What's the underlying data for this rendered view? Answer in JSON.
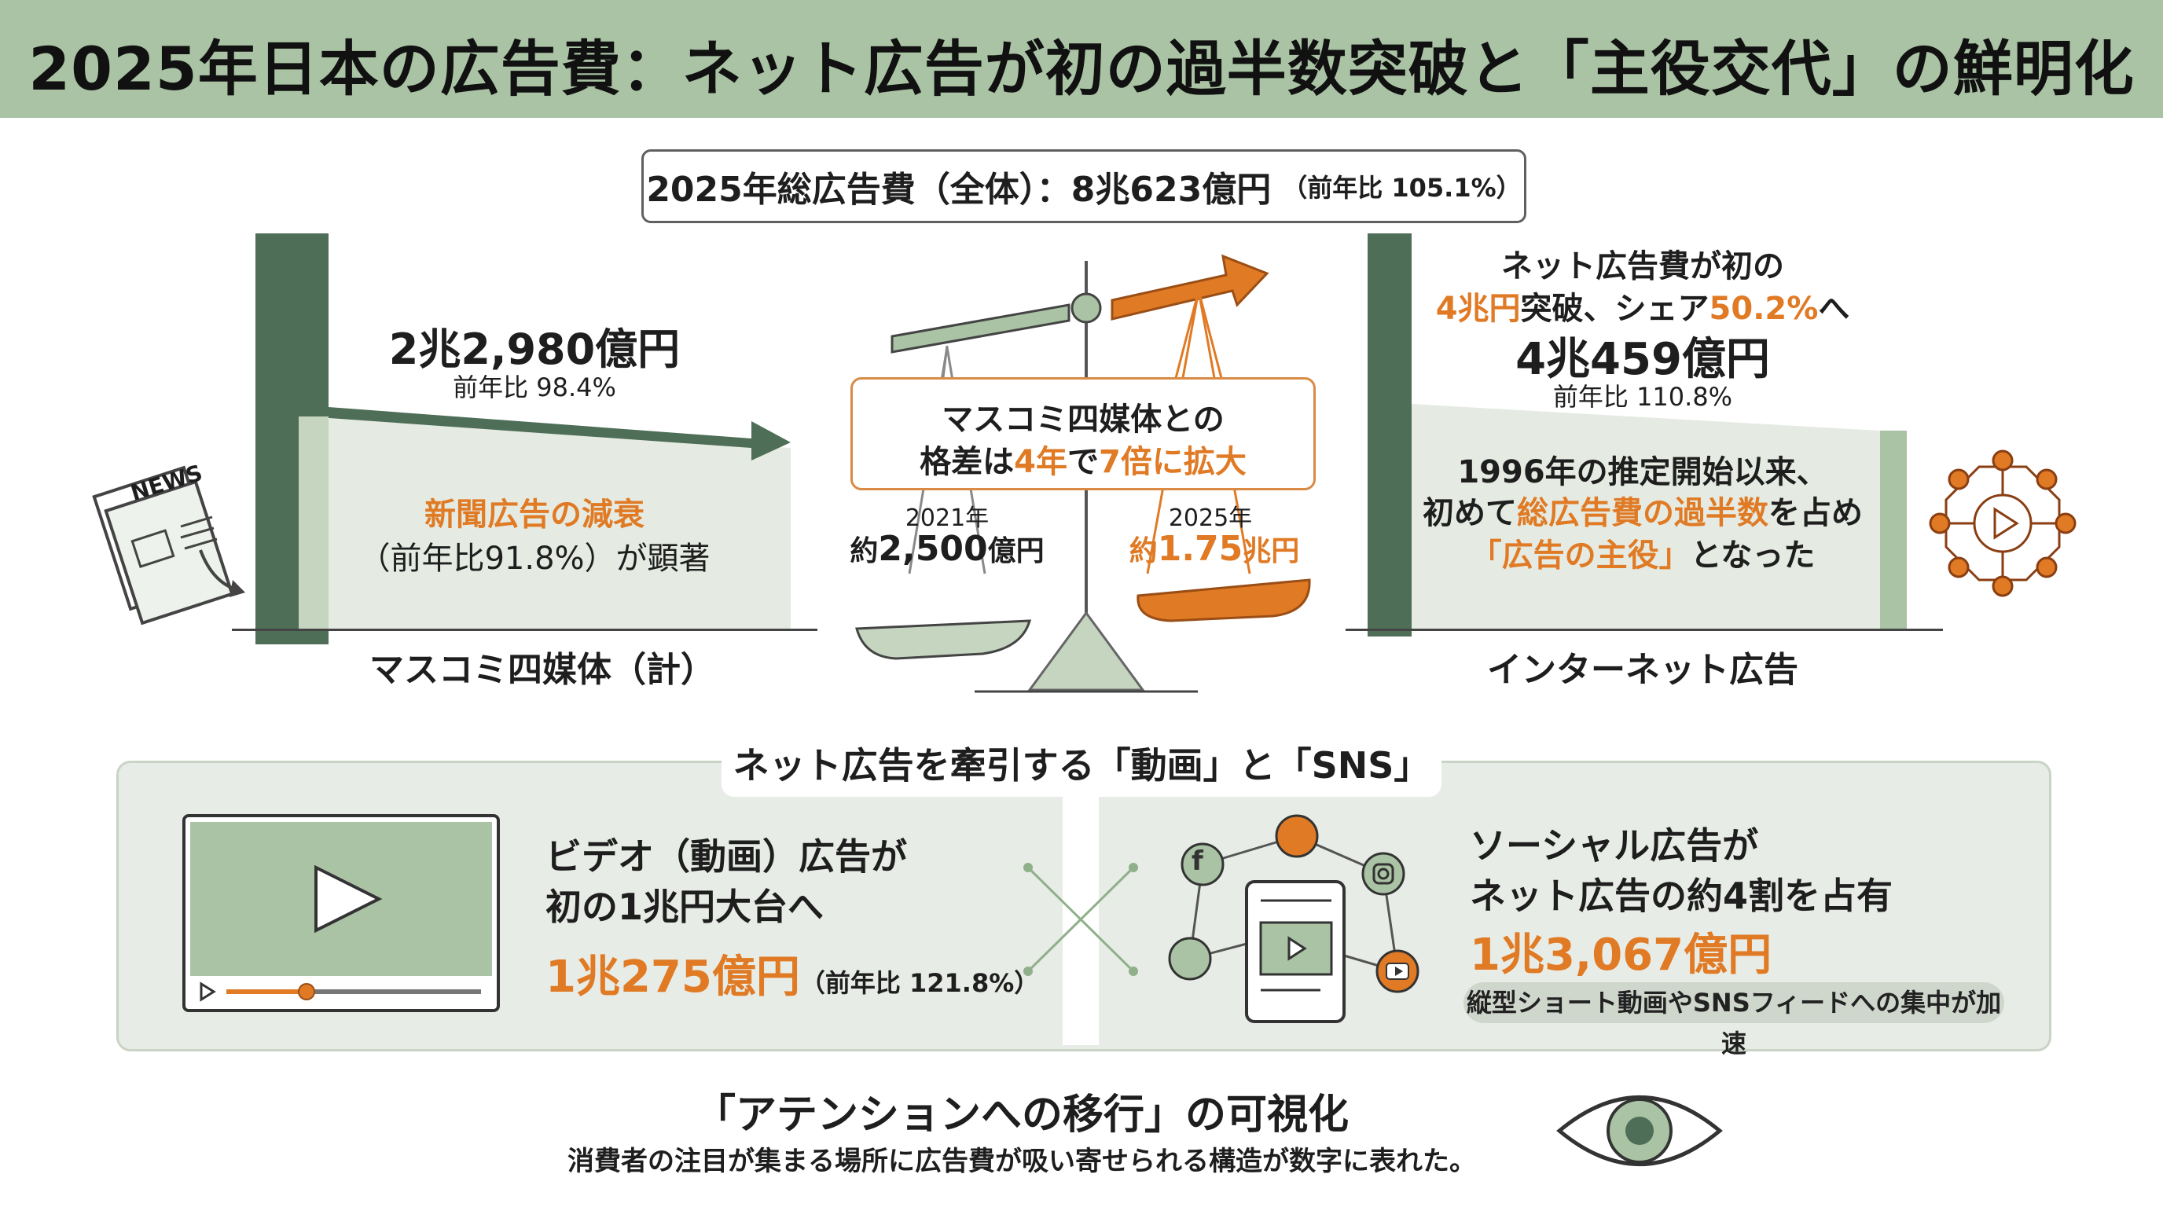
{
  "title": "2025年日本の広告費：ネット広告が初の過半数突破と「主役交代」の鮮明化",
  "total": {
    "label": "2025年総広告費（全体）：8兆623億円",
    "yoy": "（前年比 105.1%）"
  },
  "mass_media": {
    "amount": "2兆2,980億円",
    "yoy": "前年比 98.4%",
    "note_highlight": "新聞広告の減衰",
    "note_rest": "（前年比91.8%）が顕著",
    "label": "マスコミ四媒体（計）",
    "news_icon_text": "NEWS"
  },
  "gap": {
    "line1": "マスコミ四媒体との",
    "line2_a": "格差は",
    "line2_b": "4年",
    "line2_c": "で",
    "line2_d": "7倍に拡大",
    "left_year": "2021年",
    "left_prefix": "約",
    "left_value": "2,500",
    "left_unit": "億円",
    "right_year": "2025年",
    "right_prefix": "約",
    "right_value": "1.75",
    "right_unit": "兆円"
  },
  "internet": {
    "line1": "ネット広告費が初の",
    "line2_a": "4兆円",
    "line2_b": "突破、シェア",
    "line2_c": "50.2%",
    "line2_d": "へ",
    "amount": "4兆459億円",
    "yoy": "前年比 110.8%",
    "note1": "1996年の推定開始以来、",
    "note2_a": "初めて",
    "note2_b": "総広告費の過半数",
    "note2_c": "を占め",
    "note3_a": "「広告の主役」",
    "note3_b": "となった",
    "label": "インターネット広告"
  },
  "drivers": {
    "title": "ネット広告を牽引する「動画」と「SNS」",
    "video": {
      "line1": "ビデオ（動画）広告が",
      "line2": "初の1兆円大台へ",
      "amount": "1兆275億円",
      "yoy": "（前年比 121.8%）"
    },
    "social": {
      "line1": "ソーシャル広告が",
      "line2": "ネット広告の約4割を占有",
      "amount": "1兆3,067億円",
      "pill": "縦型ショート動画やSNSフィードへの集中が加速"
    }
  },
  "attention": {
    "title": "「アテンションへの移行」の可視化",
    "subtitle": "消費者の注目が集まる場所に広告費が吸い寄せられる構造が数字に表れた。"
  },
  "colors": {
    "header_bg": "#a9c3a4",
    "dark_green": "#4e6e57",
    "light_green": "#c5d5c0",
    "orange": "#e07a24"
  }
}
